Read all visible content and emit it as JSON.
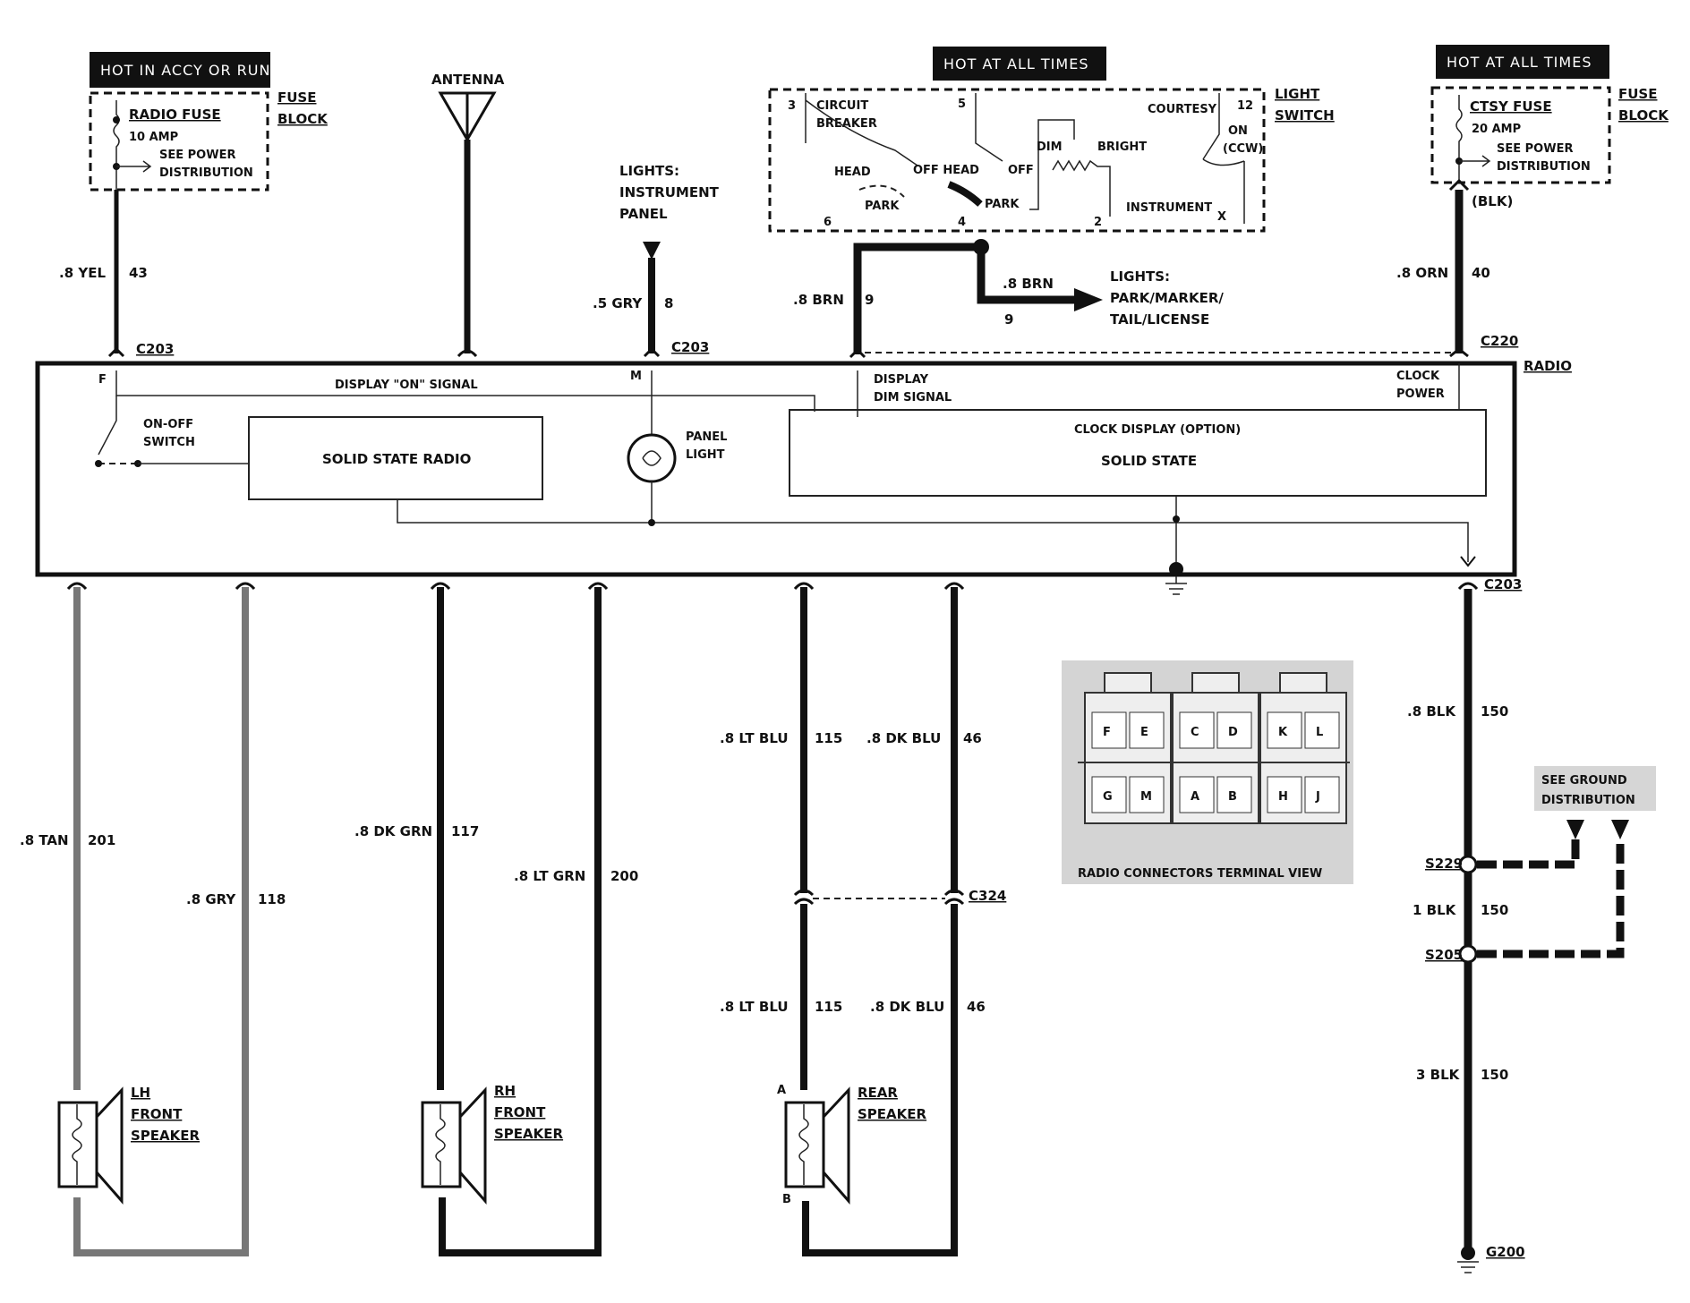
{
  "headers": {
    "hot_accy_run": "HOT IN ACCY OR RUN",
    "hot_all_times_1": "HOT AT ALL TIMES",
    "hot_all_times_2": "HOT AT ALL TIMES"
  },
  "fuse_block_left": {
    "fuse_name": "RADIO FUSE",
    "rating": "10 AMP",
    "see_power_1": "SEE POWER",
    "see_power_2": "DISTRIBUTION",
    "block_1": "FUSE",
    "block_2": "BLOCK"
  },
  "fuse_block_right": {
    "fuse_name": "CTSY FUSE",
    "rating": "20 AMP",
    "see_power_1": "SEE POWER",
    "see_power_2": "DISTRIBUTION",
    "block_1": "FUSE",
    "block_2": "BLOCK",
    "blk": "(BLK)"
  },
  "antenna": "ANTENNA",
  "lights_panel": {
    "l1": "LIGHTS:",
    "l2": "INSTRUMENT",
    "l3": "PANEL"
  },
  "light_switch": {
    "title_1": "LIGHT",
    "title_2": "SWITCH",
    "circuit_1": "CIRCUIT",
    "circuit_2": "BREAKER",
    "head": "HEAD",
    "off_head": "OFF HEAD",
    "off": "OFF",
    "park_1": "PARK",
    "park_2": "PARK",
    "dim": "DIM",
    "bright": "BRIGHT",
    "courtesy": "COURTESY",
    "on": "ON",
    "ccw": "(CCW)",
    "instrument": "INSTRUMENT",
    "pin_3": "3",
    "pin_5": "5",
    "pin_12": "12",
    "pin_6": "6",
    "pin_4": "4",
    "pin_2": "2",
    "pin_x": "X"
  },
  "lights_park": {
    "wire": ".8 BRN",
    "circuit": "9",
    "l1": "LIGHTS:",
    "l2": "PARK/MARKER/",
    "l3": "TAIL/LICENSE"
  },
  "wires_top": {
    "yel": ".8 YEL",
    "yel_c": "43",
    "gry": ".5 GRY",
    "gry_c": "8",
    "brn": ".8 BRN",
    "brn_c": "9",
    "orn": ".8 ORN",
    "orn_c": "40"
  },
  "connectors": {
    "c203_a": "C203",
    "c203_b": "C203",
    "c220": "C220",
    "c203_c": "C203",
    "c324": "C324",
    "s229": "S229",
    "s205": "S205",
    "g200": "G200"
  },
  "radio": {
    "title": "RADIO",
    "pin_f": "F",
    "pin_m": "M",
    "display_on": "DISPLAY \"ON\" SIGNAL",
    "onoff_1": "ON-OFF",
    "onoff_2": "SWITCH",
    "ssr": "SOLID STATE RADIO",
    "panel_1": "PANEL",
    "panel_2": "LIGHT",
    "dim_1": "DISPLAY",
    "dim_2": "DIM SIGNAL",
    "clock_1": "CLOCK",
    "clock_2": "POWER",
    "clock_display": "CLOCK DISPLAY (OPTION)",
    "solid_state": "SOLID STATE"
  },
  "speaker_wires": {
    "tan": ".8 TAN",
    "tan_c": "201",
    "gry": ".8 GRY",
    "gry_c": "118",
    "dkgrn": ".8 DK GRN",
    "dkgrn_c": "117",
    "ltgrn": ".8 LT GRN",
    "ltgrn_c": "200",
    "ltblu_1": ".8 LT BLU",
    "ltblu_1c": "115",
    "dkblu_1": ".8 DK BLU",
    "dkblu_1c": "46",
    "ltblu_2": ".8 LT BLU",
    "ltblu_2c": "115",
    "dkblu_2": ".8 DK BLU",
    "dkblu_2c": "46"
  },
  "ground_wires": {
    "w1": ".8 BLK",
    "w1c": "150",
    "w2": "1 BLK",
    "w2c": "150",
    "w3": "3 BLK",
    "w3c": "150",
    "see_ground_1": "SEE GROUND",
    "see_ground_2": "DISTRIBUTION"
  },
  "speakers": {
    "lh": [
      "LH",
      "FRONT",
      "SPEAKER"
    ],
    "rh": [
      "RH",
      "FRONT",
      "SPEAKER"
    ],
    "rear": [
      "REAR",
      "SPEAKER"
    ],
    "pin_a": "A",
    "pin_b": "B"
  },
  "terminal_view": {
    "caption": "RADIO CONNECTORS TERMINAL VIEW",
    "top_pins": [
      "F",
      "E",
      "C",
      "D",
      "K",
      "L"
    ],
    "bottom_pins": [
      "G",
      "M",
      "A",
      "B",
      "H",
      "J"
    ]
  }
}
